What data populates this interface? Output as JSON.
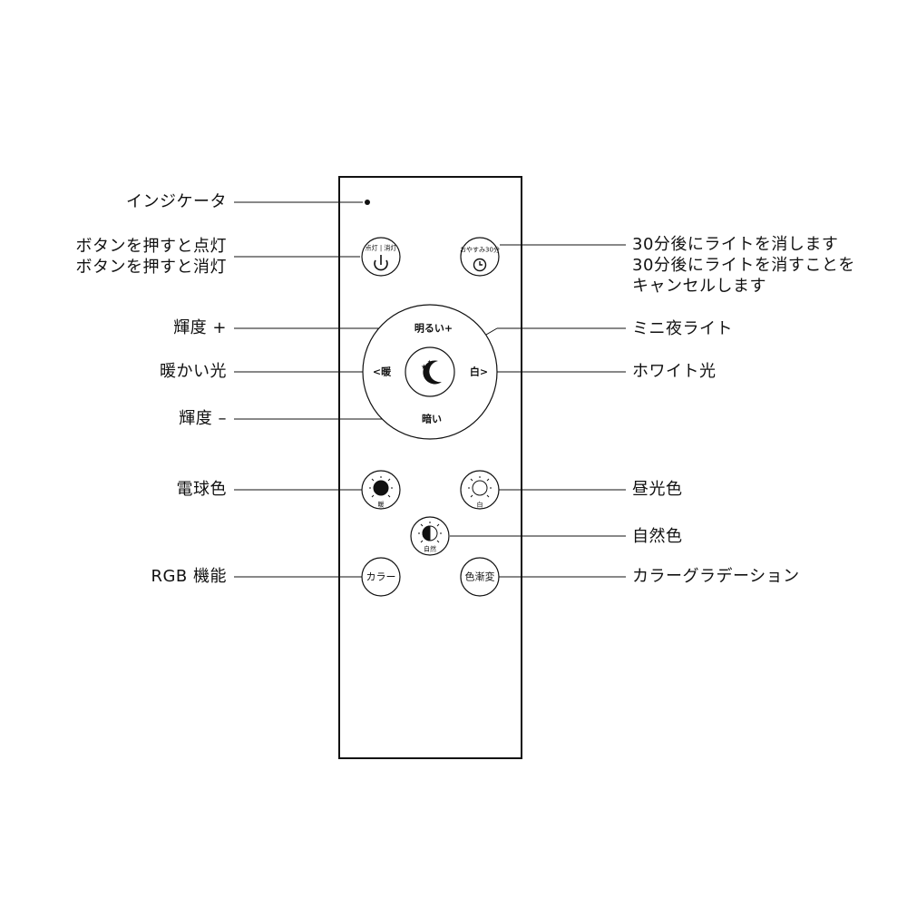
{
  "colors": {
    "stroke": "#111111",
    "text": "#111111",
    "background": "#ffffff"
  },
  "annotations": {
    "left": {
      "indicator": "インジケータ",
      "power_on": "ボタンを押すと点灯",
      "power_off": "ボタンを押すと消灯",
      "brightness_up": "輝度 +",
      "warm_light": "暖かい光",
      "brightness_down": "輝度 –",
      "bulb_color": "電球色",
      "rgb_function": "RGB 機能"
    },
    "right": {
      "timer_line1": "30分後にライトを消します",
      "timer_line2": "30分後にライトを消すことを",
      "timer_line3": "キャンセルします",
      "mini_night_light": "ミニ夜ライト",
      "white_light": "ホワイト光",
      "daylight_color": "昼光色",
      "natural_color": "自然色",
      "color_gradation": "カラーグラデーション"
    }
  },
  "remote": {
    "power_button_label": "点灯 | 消灯",
    "timer_button_label": "おやすみ30分",
    "dial_up_label": "明るい+",
    "dial_down_label": "暗い",
    "dial_warm_label": "<暖",
    "dial_white_label": "白>",
    "warm_button_sub": "暖",
    "white_button_sub": "白",
    "natural_button_sub": "自然",
    "color_button_label": "カラー",
    "gradient_button_label": "色漸変"
  }
}
